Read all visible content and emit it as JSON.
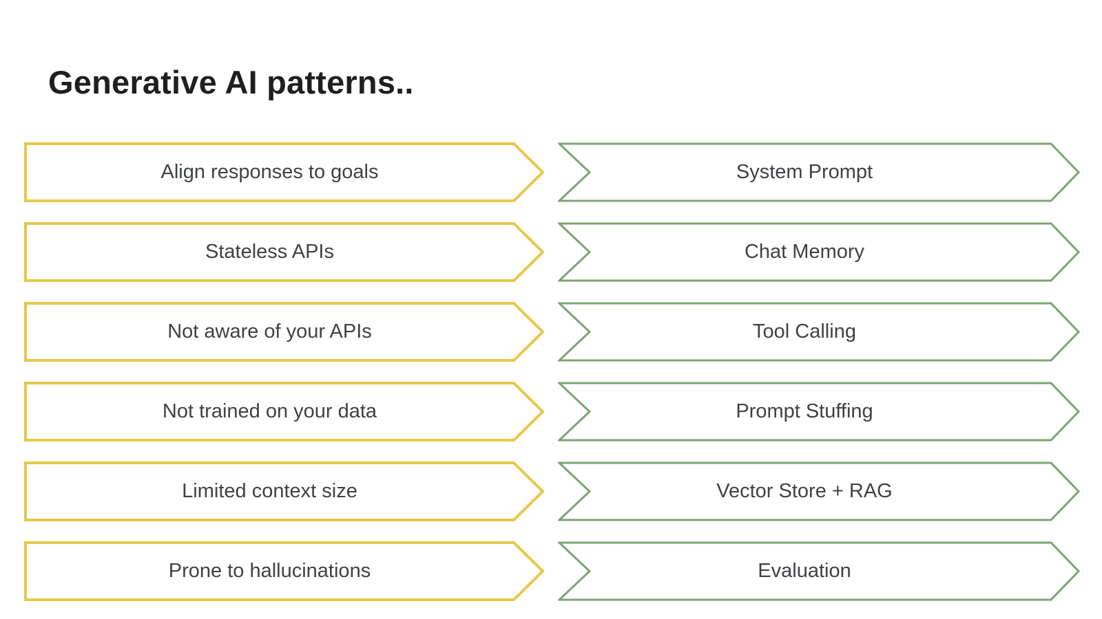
{
  "title": "Generative AI patterns..",
  "colors": {
    "background": "#ffffff",
    "title_text": "#1e1f21",
    "text": "#3f4245",
    "problem_border": "#e6c84a",
    "solution_border": "#7ba571"
  },
  "rows": [
    {
      "problem": "Align responses to goals",
      "solution": "System Prompt"
    },
    {
      "problem": "Stateless APIs",
      "solution": "Chat Memory"
    },
    {
      "problem": "Not aware of your APIs",
      "solution": "Tool Calling"
    },
    {
      "problem": "Not trained on your data",
      "solution": "Prompt Stuffing"
    },
    {
      "problem": "Limited context size",
      "solution": "Vector Store + RAG"
    },
    {
      "problem": "Prone to hallucinations",
      "solution": "Evaluation"
    }
  ]
}
